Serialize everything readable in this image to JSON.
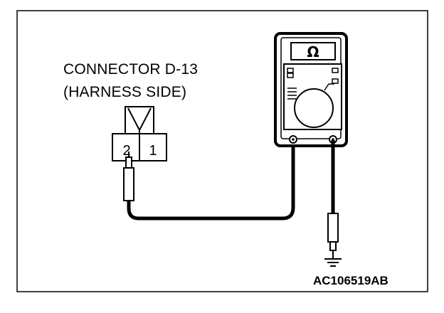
{
  "connector": {
    "line1": "CONNECTOR D-13",
    "line2": "(HARNESS SIDE)",
    "pins": [
      "2",
      "1"
    ]
  },
  "meter": {
    "display": "Ω"
  },
  "figure_code": "AC106519AB",
  "icons": [
    "ground-symbol-icon",
    "ohmmeter-icon",
    "probe-icon"
  ]
}
